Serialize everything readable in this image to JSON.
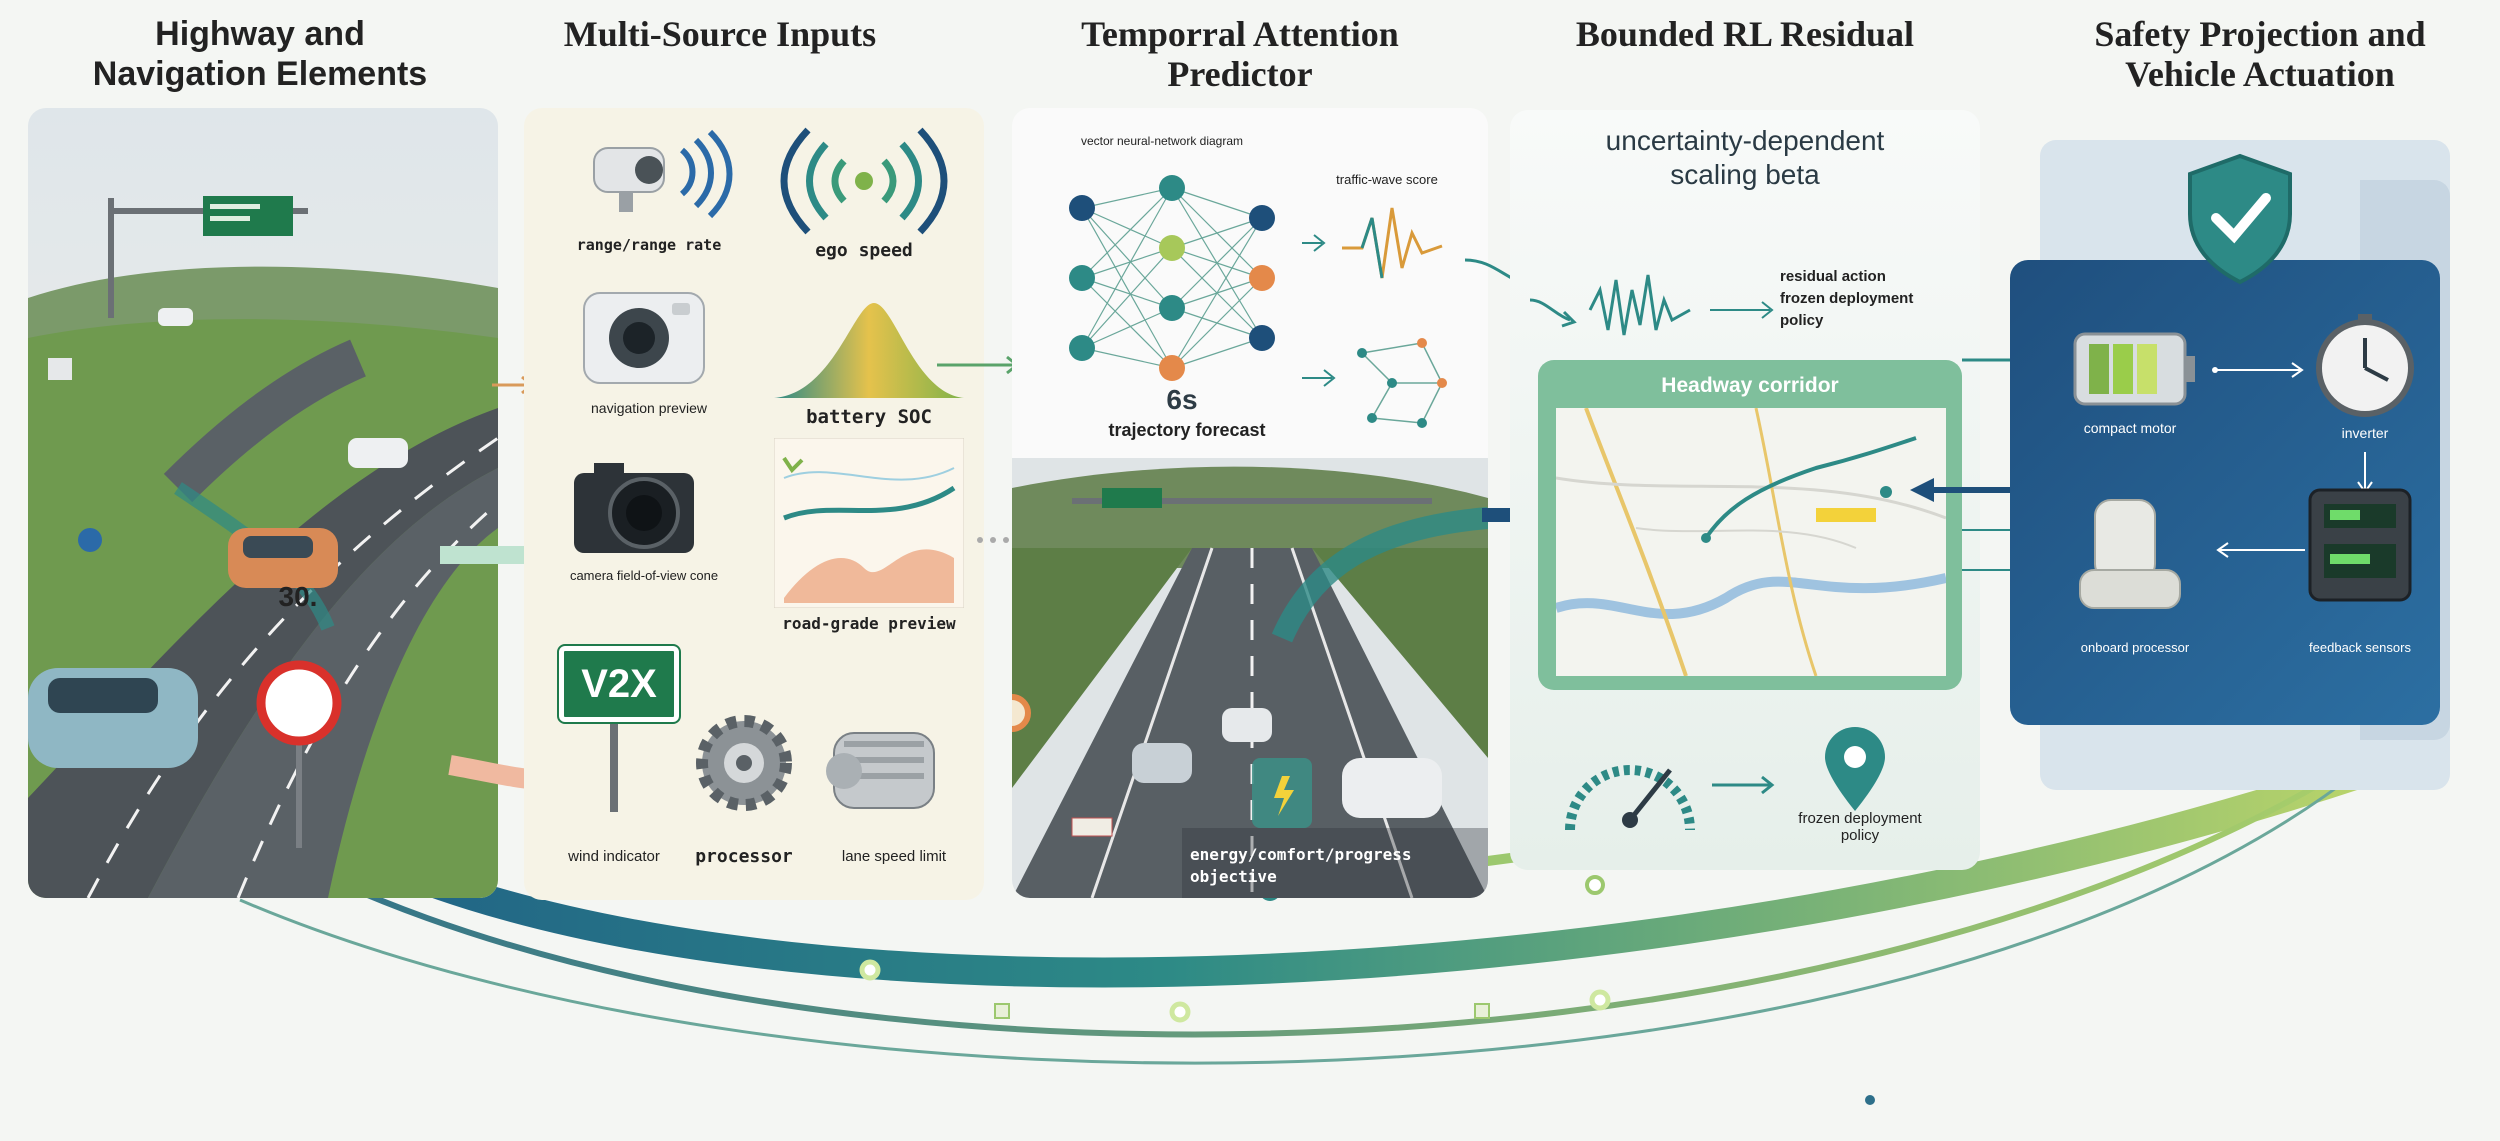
{
  "stages": [
    {
      "title_line1": "Highway and",
      "title_line2": "Navigation Elements"
    },
    {
      "title_line1": "Multi-Source Inputs",
      "title_line2": ""
    },
    {
      "title_line1": "Temporral Attention",
      "title_line2": "Predictor"
    },
    {
      "title_line1": "Bounded RL Residual",
      "title_line2": ""
    },
    {
      "title_line1": "Safety Projection and",
      "title_line2": "Vehicle Actuation"
    }
  ],
  "highway": {
    "speed_sign": "30."
  },
  "inputs": {
    "range": "range/range rate",
    "ego_speed": "ego speed",
    "navigation_preview": "navigation preview",
    "battery_soc": "battery SOC",
    "camera_fov": "camera field-of-view cone",
    "road_grade": "road-grade preview",
    "v2x_sign": "V2X",
    "wind": "wind indicator",
    "processor": "processor",
    "lane_speed": "lane speed limit"
  },
  "predictor": {
    "nn_diagram": "vector neural-network diagram",
    "traffic_wave": "traffic-wave score",
    "horizon": "6s",
    "trajectory": "trajectory forecast",
    "objective": "energy/comfort/progress objective"
  },
  "residual": {
    "scaling_line1": "uncertainty-dependent",
    "scaling_line2": "scaling beta",
    "residual_line1": "residual action",
    "residual_line2": "frozen deployment",
    "residual_line3": "policy",
    "corridor": "Headway corridor",
    "frozen_line1": "frozen deployment",
    "frozen_line2": "policy"
  },
  "actuation": {
    "motor": "compact motor",
    "inverter": "inverter",
    "processor": "onboard processor",
    "sensors": "feedback sensors"
  },
  "colors": {
    "teal": "#2d8a86",
    "navy": "#1e4f7a",
    "green": "#7fb24a",
    "orange": "#e4894a"
  }
}
